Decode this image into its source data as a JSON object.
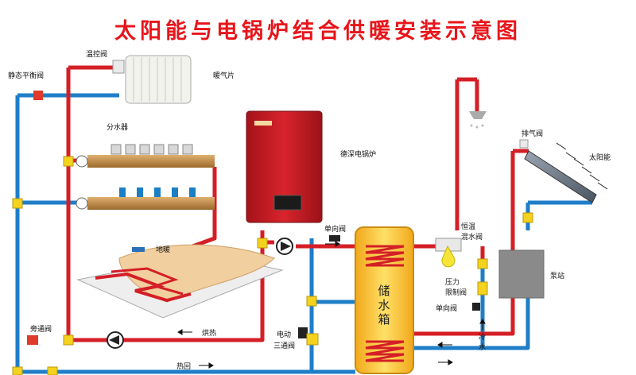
{
  "title": "太阳能与电锅炉结合供暖安装示意图",
  "labels": {
    "thermostatic_valve": "温控阀",
    "static_balance_valve": "静态平衡阀",
    "radiator": "暖气片",
    "manifold": "分水器",
    "boiler": "德深电锅炉",
    "floor_heating": "地暖",
    "bypass_valve": "旁通阀",
    "drying": "烘热",
    "heat_return": "热回",
    "check_valve_1": "单向阀",
    "electric_3way_valve": "电动\n三通阀",
    "tank": "储\n水\n箱",
    "mixing_valve": "恒温\n混水阀",
    "pressure_limit_valve": "压力\n限制阀",
    "check_valve_2": "单向阀",
    "cold_water": "冷\n水",
    "pump_station": "泵站",
    "vent_valve": "排气阀",
    "solar": "太阳能"
  },
  "colors": {
    "hot_pipe": "#d41f26",
    "cold_pipe": "#1f7ec8",
    "fitting": "#f4d21e",
    "title": "#e8151b",
    "boiler": "#c41a22",
    "tank": "#f8c52a"
  }
}
